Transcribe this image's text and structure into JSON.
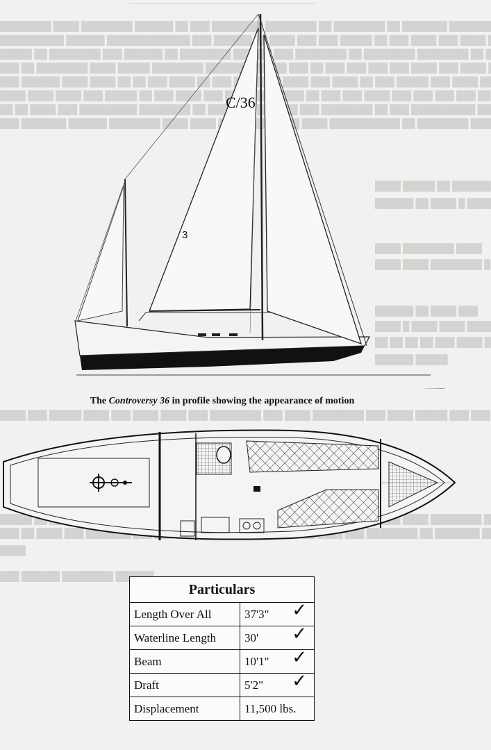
{
  "figure": {
    "sail_number": "C/36",
    "sail_mark": "3"
  },
  "caption": {
    "prefix": "The ",
    "boat_name": "Controversy 36",
    "suffix": " in profile showing the appearance of motion"
  },
  "particulars": {
    "heading": "Particulars",
    "rows": [
      {
        "label": "Length Over All",
        "value": "37'3\"",
        "checked": true
      },
      {
        "label": "Waterline Length",
        "value": "30'",
        "checked": true
      },
      {
        "label": "Beam",
        "value": "10'1\"",
        "checked": true
      },
      {
        "label": "Draft",
        "value": "5'2\"",
        "checked": true
      },
      {
        "label": "Displacement",
        "value": "11,500 lbs.",
        "checked": false
      }
    ],
    "check_glyph": "✓"
  }
}
